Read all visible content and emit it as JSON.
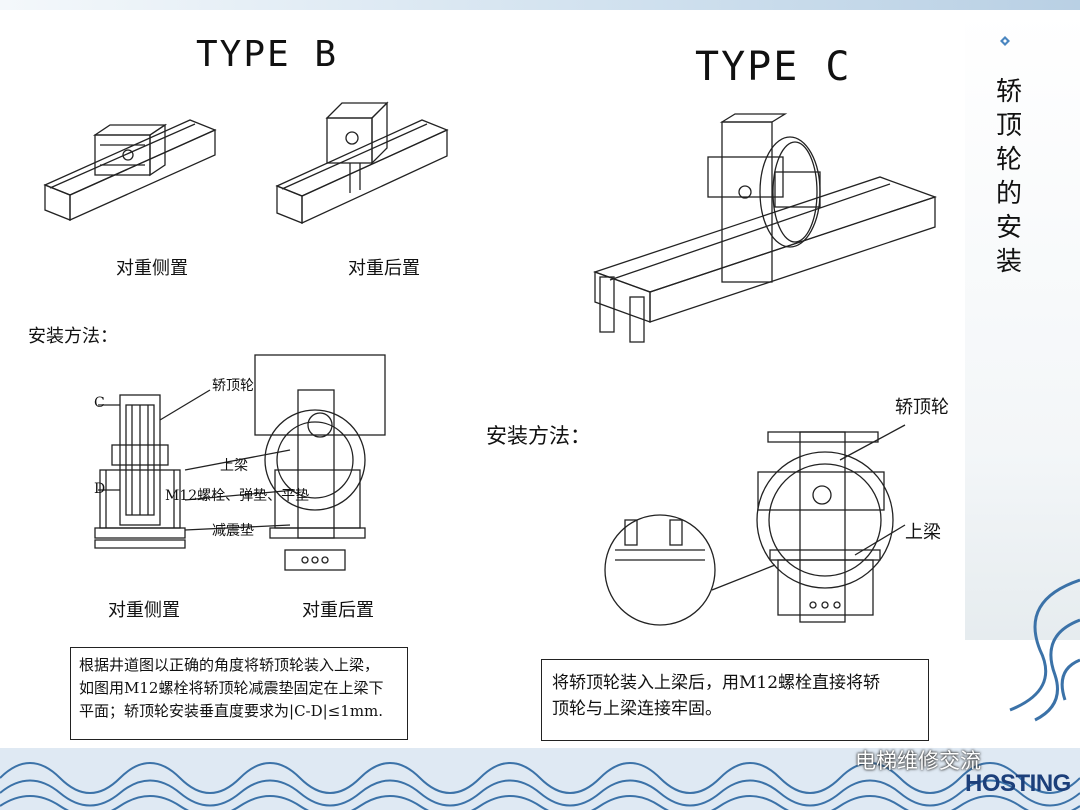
{
  "type_b": {
    "title": "TYPE B",
    "caption_side": "对重侧置",
    "caption_rear": "对重后置",
    "method_label": "安装方法：",
    "callouts": {
      "sheave": "轿顶轮",
      "c_mark": "C",
      "d_mark": "D",
      "beam": "上梁",
      "bolt": "M12螺栓、弹垫、平垫",
      "damper": "减震垫"
    },
    "bottom_caption_side": "对重侧置",
    "bottom_caption_rear": "对重后置",
    "note_lines": [
      "根据井道图以正确的角度将轿顶轮装入上梁，",
      "如图用M12螺栓将轿顶轮减震垫固定在上梁下",
      "平面；轿顶轮安装垂直度要求为"
    ],
    "note_formula": "|C-D|",
    "note_tail": "≤1mm."
  },
  "type_c": {
    "title": "TYPE C",
    "method_label": "安装方法：",
    "callouts": {
      "sheave": "轿顶轮",
      "beam": "上梁"
    },
    "note_lines": [
      "将轿顶轮装入上梁后，用M12螺栓直接将轿",
      "顶轮与上梁连接牢固。"
    ]
  },
  "side_title": [
    "轿",
    "顶",
    "轮",
    "的",
    "安",
    "装"
  ],
  "footer": {
    "brand": "电梯维修交流",
    "logo": "HOSTING"
  },
  "colors": {
    "line": "#222222",
    "wave": "#3b72a8",
    "accent": "#1c3f7a"
  }
}
